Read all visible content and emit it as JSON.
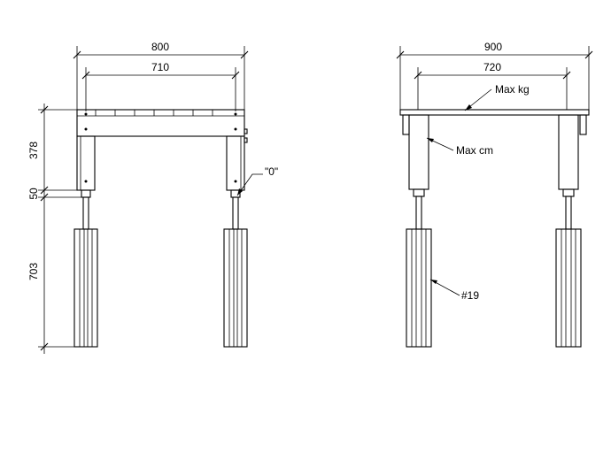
{
  "front_view": {
    "width_outer": "800",
    "width_inner": "710",
    "height_frame": "378",
    "height_gap": "50",
    "height_leg": "703",
    "zero_label": "\"0\""
  },
  "side_view": {
    "width_outer": "900",
    "width_inner": "720",
    "max_kg_label": "Max kg",
    "max_cm_label": "Max cm",
    "part_label": "#19"
  }
}
